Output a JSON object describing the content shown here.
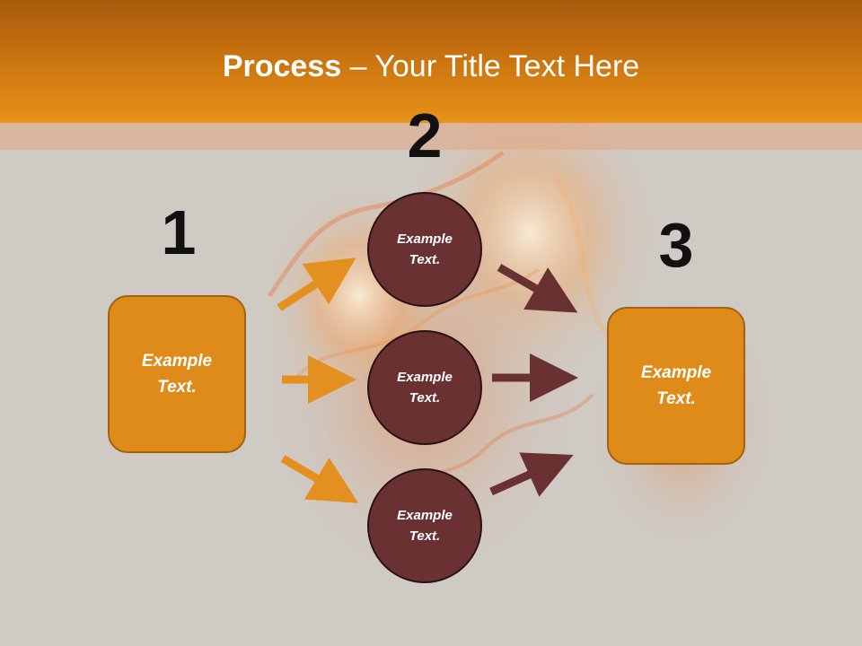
{
  "title": {
    "bold": "Process",
    "rest": " – Your Title Text Here"
  },
  "steps": [
    "1",
    "2",
    "3"
  ],
  "boxes": {
    "left": "Example\nText.",
    "right": "Example\nText."
  },
  "circles": [
    "Example\nText.",
    "Example\nText.",
    "Example\nText."
  ],
  "colors": {
    "header_orange": "#e08a16",
    "box_fill": "#de8b1a",
    "circle_fill": "#6a3132",
    "arrow_orange": "#e39020",
    "arrow_maroon": "#6a3132"
  }
}
